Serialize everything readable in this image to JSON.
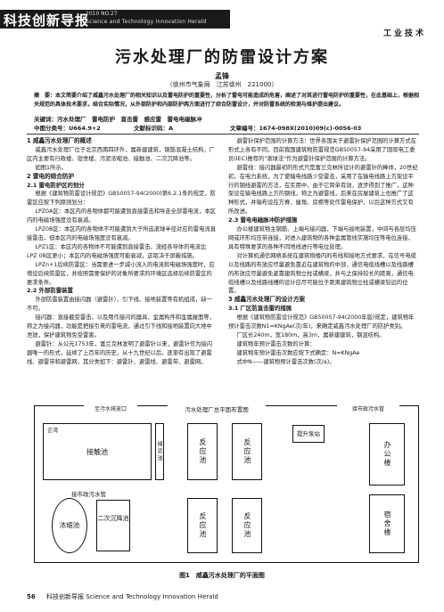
{
  "masthead": {
    "journal_cn": "科技创新导报",
    "issue": "2010 NO.27",
    "journal_en": "Science and Technology Innovation Herald",
    "section": "工业技术"
  },
  "article": {
    "title": "污水处理厂的防雷设计方案",
    "author": "孟锋",
    "affiliation": "（徐州市气象局　江苏徐州　221000）",
    "abstract": "摘　要：本文简要介绍了威鑫污水处理厂的相关知识以及雷电防护的重要性，分析了雷电可能造成的危害，阐述了对其进行雷电防护的重要性，在此基础上，根据相关规范的具体技术要求，结合实际情况，从外部防护和内部防护两方面进行了综合防雷设计，并对防雷系统的检测与维护提出建议。",
    "keywords": "关键词：污水处理厂　雷电防护　直击雷　感应雷　雷电电磁脉冲",
    "clc": "中图分类号：U664.9+2",
    "doc_code": "文献标识码：A",
    "article_no": "文章编号：1674-098X(2010)09(c)-0056-03"
  },
  "left_column": [
    {
      "kind": "h3",
      "text": "1 威鑫污水处理厂的概述"
    },
    {
      "kind": "p",
      "text": "威鑫污水处理厂位于北京西南四环外，属新建建筑，钢筋混凝土结构，厂区内主要有行政楼、宿舍楼、污泥浓缩池、接触池、二次沉降池等。"
    },
    {
      "kind": "p",
      "text": "如图1所示。"
    },
    {
      "kind": "h3",
      "text": "2 雷电的综合防护"
    },
    {
      "kind": "h4",
      "text": "2.1 雷电防护区的划分"
    },
    {
      "kind": "p",
      "text": "根据《建筑物防雷设计规范》GB50057-94(2000)第6.2.1条的规定，防雷区应按下列原则划分："
    },
    {
      "kind": "p",
      "text": "LPZ0A区：本区内的各物体都可能遭到直接雷击和导走全部雷电流，本区内的电磁场强度没有衰减。"
    },
    {
      "kind": "p",
      "text": "LPZ0B区：本区内的各物体不可能遭到大于所选滚球半径对应的雷电流直接雷击，但本区内的电磁场强度没有衰减。"
    },
    {
      "kind": "p",
      "text": "LPZ1区：本区内的各物体不可能遭到直接雷击，流经各导体的电流比LPZ 0B区更小；本区内的电磁场强度可能衰减，这取决于屏蔽措施。"
    },
    {
      "kind": "p",
      "text": "LPZn+1后续防雷区：当需要进一步减小流入的电流和电磁场强度时，应增设后续防雷区，并按照需要保护的对象所要求的环境区选择后续防雷区的要求条件。"
    },
    {
      "kind": "h4",
      "text": "2.2 外部防雷装置"
    },
    {
      "kind": "p",
      "text": "外部防雷装置由接闪器（避雷针）、引下线、接地装置等有机组成，缺一不可。"
    },
    {
      "kind": "p",
      "text": "接闪器：直接截受雷击，以及用作接闪的器具、金属构件和金属屋面等，称之为接闪器，功能是把接引来的雷电流，通过引下线和接地装置向大地中泄放，保护建筑物免受雷害。"
    },
    {
      "kind": "p",
      "text": "避雷针：从公元1753年，富兰克林发明了避雷针以来，避雷针作为接闪器唯一的形式，延续了上百年的历史，从十九世纪以后，逐渐有出现了避雷线、避雷带和避雷网，其分类如下：避雷针、避雷线、避雷带、避雷网。"
    }
  ],
  "right_column": [
    {
      "kind": "p",
      "text": "避雷针保护范围的计算方法：世界各国关于避雷针保护范围的计算方式在形式上各有不同，目前我国建筑物防雷规范GB50057-94采用了国际电工委员(IEC)推荐的\"滚球法\"作为避雷针保护范围的计算方法。"
    },
    {
      "kind": "p",
      "text": "避雷线：接闪器最初的形式只是富兰克林所设计的避雷针的棒体，20世纪初，在电力系统，为了使输电线路少受雷击，采用了在输电线路上方架设平行的钢线避雷的方法，在实用中，由于它简单有效，逐步得到了推广，这种架设在输电线路上方的钢线，称之为避雷线，后来在房屋建筑上也推广了这种形式，并输布设在方脊、屋角、房檐等处作雷电保护，以后这种方式又有所改进。"
    },
    {
      "kind": "h4",
      "text": "2.3 雷电电磁脉冲防护措施"
    },
    {
      "kind": "p",
      "text": "办公楼建筑物主钢筋、上端与接闪器，下端与接地装置，中间与各层均压网或环形均压带连接，对进入建筑物的各种金属管线实施均压等电位连接，具有特殊要求的各种不同地线进行等电位处理。"
    },
    {
      "kind": "p",
      "text": "对计算机通信网络系统在建筑物楼内的布线和接地方式要求，在信号电缆以及线路的布放应尽量避免靠近在建筑物的中部，通信电缆线槽以及线路槽的布放应尽量避免紧靠建筑物立柱或横梁，并与之保持较长的距离，通信电缆线槽以及线路线槽的设计应尽可能位于距离建筑物立柱或横梁较远的位置。"
    },
    {
      "kind": "h3",
      "text": "3 威鑫污水处理厂的设计方案"
    },
    {
      "kind": "h4",
      "text": "3.1 厂区防直击雷的措施"
    },
    {
      "kind": "p",
      "text": "根据《建筑物防雷设计规范》GB50057-94(2000年版)规定，建筑物年预计雷击次数N1=KNgAe(次/年)，来确定威鑫污水处理厂的防护类别。"
    },
    {
      "kind": "p",
      "text": "厂区长240m，宽180m，高3m，属新建建筑，钢混结构。"
    },
    {
      "kind": "p",
      "text": "建筑物年预计雷击次数的计算："
    },
    {
      "kind": "p",
      "text": "建筑物年预计雷击次数应按下式确定：N=KNgAe"
    },
    {
      "kind": "p",
      "text": "式中N——建筑物预计雷击次数(次/a)。"
    }
  ],
  "figure": {
    "caption": "图1　威鑫污水处理厂的平面图",
    "labels": {
      "outfall": "至污水排放口",
      "plan": "污水处理厂总平面布置图",
      "inlet": "接市政污水管",
      "bay": "企湾",
      "contact": "接触池",
      "reactor1": "反应池",
      "reactor2": "反应池",
      "sludge_pond": "储泥池",
      "office": "办公楼",
      "pump": "提升泵站",
      "sludge_pipe": "接市政污水管",
      "thickener": "浓缩池",
      "settling": "二次沉降池",
      "reactor3": "反应池",
      "reactor4": "反应池",
      "dorm": "宿舍楼"
    }
  },
  "footer": {
    "page": "56",
    "journal": "科技创新导报 Science and Technology Innovation Herald"
  }
}
